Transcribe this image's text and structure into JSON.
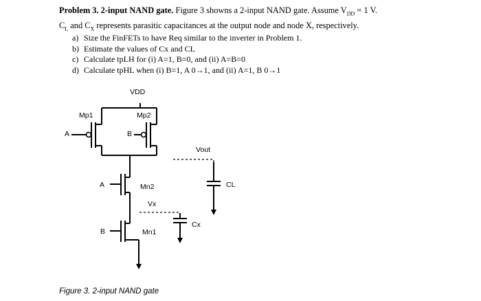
{
  "problem": {
    "heading": "Problem 3. 2-input NAND gate.",
    "statement_1": " Figure 3 showns a 2-input NAND gate. Assume V",
    "vdd_sub": "DD",
    "statement_2": " = 1 V.",
    "line2_a": "C",
    "line2_a_sub": "L",
    "line2_b": " and C",
    "line2_b_sub": "X",
    "line2_c": " represents parasitic capacitances at the output node and node X, respectively."
  },
  "tasks": [
    {
      "label": "a)",
      "text": "Size the FinFETs to have Req similar to the inverter in Problem 1."
    },
    {
      "label": "b)",
      "text": "Estimate the values of Cx and CL"
    },
    {
      "label": "c)",
      "text": "Calculate tpLH for (i) A=1, B=0, and (ii) A=B=0"
    },
    {
      "label": "d)",
      "text": "Calculate tpHL when (i) B=1, A 0→1, and (ii) A=1, B 0→1"
    }
  ],
  "circuit": {
    "vdd": "VDD",
    "mp1": "Mp1",
    "mp2": "Mp2",
    "input_a_top": "A",
    "input_b_top": "B",
    "vout": "Vout",
    "input_a_mid": "A",
    "mn2": "Mn2",
    "cl": "CL",
    "vx": "Vx",
    "cx": "Cx",
    "input_b_bot": "B",
    "mn1": "Mn1"
  },
  "caption": "Figure 3. 2-input NAND gate"
}
